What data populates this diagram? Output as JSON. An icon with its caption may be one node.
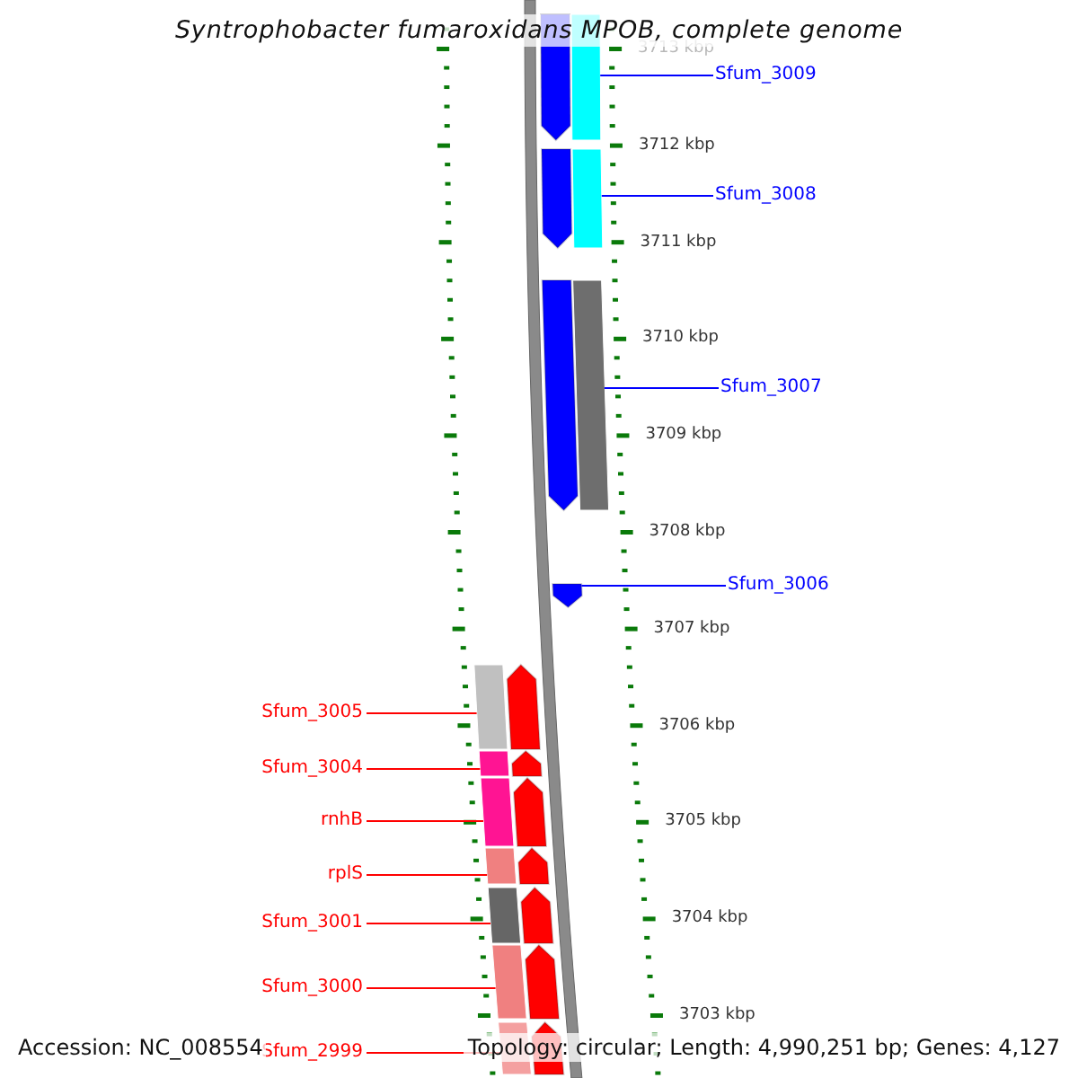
{
  "diagram": {
    "title": "Syntrophobacter fumaroxidans MPOB, complete genome",
    "nodes": [
      {
        "text": [
          "Sfum_3009"
        ]
      },
      {
        "text": [],
        "shape": "arrow"
      },
      {
        "text": [
          "Sfum_3008"
        ]
      },
      {
        "text": [],
        "shape": "arrow"
      },
      {
        "text": [
          "Sfum_3007"
        ]
      },
      {
        "text": [],
        "shape": "arrow"
      },
      {
        "text": [
          "Sfum_3006"
        ]
      },
      {
        "text": [],
        "shape": "arrow"
      },
      {
        "text": [
          "Sfum_3005"
        ]
      },
      {
        "text": [],
        "shape": "arrow"
      },
      {
        "text": [
          "Sfum_3004"
        ]
      },
      {
        "text": [],
        "shape": "arrow"
      },
      {
        "text": [
          "rnhB"
        ]
      },
      {
        "text": [],
        "shape": "arrow"
      },
      {
        "text": [
          "rplS"
        ]
      },
      {
        "text": [],
        "shape": "arrow"
      },
      {
        "text": [
          "Sfum_3001"
        ]
      },
      {
        "text": [],
        "shape": "arrow"
      },
      {
        "text": [
          "Sfum_3000"
        ]
      },
      {
        "text": [],
        "shape": "arrow"
      },
      {
        "text": [
          "Sfum_2999"
        ]
      },
      {
        "text": [],
        "shape": "arrow"
      }
    ],
    "edges": [
      {
        "from": 0,
        "to": 1,
        "arrow": "none",
        "color": "#0000ff"
      },
      {
        "from": 2,
        "to": 3,
        "arrow": "none",
        "color": "#0000ff"
      },
      {
        "from": 4,
        "to": 5,
        "arrow": "none",
        "color": "#0000ff"
      },
      {
        "from": 6,
        "to": 7,
        "arrow": "none",
        "color": "#0000ff"
      },
      {
        "from": 8,
        "to": 9,
        "arrow": "none",
        "color": "#ff0000"
      },
      {
        "from": 10,
        "to": 11,
        "arrow": "none",
        "color": "#ff0000"
      },
      {
        "from": 12,
        "to": 13,
        "arrow": "none",
        "color": "#ff0000"
      },
      {
        "from": 14,
        "to": 15,
        "arrow": "none",
        "color": "#ff0000"
      },
      {
        "from": 16,
        "to": 17,
        "arrow": "none",
        "color": "#ff0000"
      },
      {
        "from": 18,
        "to": 19,
        "arrow": "none",
        "color": "#ff0000"
      },
      {
        "from": 20,
        "to": 21,
        "arrow": "none",
        "color": "#ff0000"
      }
    ],
    "labels": [
      "3713 kbp",
      "3712 kbp",
      "3711 kbp",
      "3710 kbp",
      "3709 kbp",
      "3708 kbp",
      "3707 kbp",
      "3706 kbp",
      "3705 kbp",
      "3704 kbp",
      "3703 kbp",
      "Accession: NC_008554",
      "Topology: circular; Length: 4,990,251 bp; Genes: 4,127"
    ]
  }
}
